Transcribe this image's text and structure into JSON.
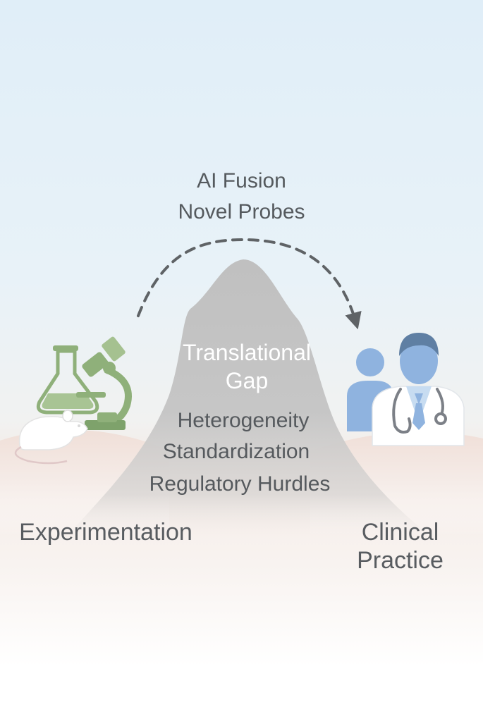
{
  "bridge": {
    "line1": "AI Fusion",
    "line2": "Novel Probes"
  },
  "gap": {
    "title_line1": "Translational",
    "title_line2": "Gap",
    "barriers": [
      "Heterogeneity",
      "Standardization",
      "Regulatory Hurdles"
    ]
  },
  "left": {
    "label": "Experimentation",
    "icons": [
      "flask-icon",
      "microscope-icon",
      "mouse-icon"
    ]
  },
  "right": {
    "label_line1": "Clinical",
    "label_line2": "Practice",
    "icons": [
      "patient-icon",
      "doctor-icon",
      "stethoscope-icon"
    ]
  },
  "colors": {
    "sky": "#e0eef8",
    "ground": "#f5ebe6",
    "mountain": "#c4c4c4",
    "arrow": "#5f6366",
    "lab_green": "#8fb07a",
    "clinic_blue": "#8fb3df"
  }
}
